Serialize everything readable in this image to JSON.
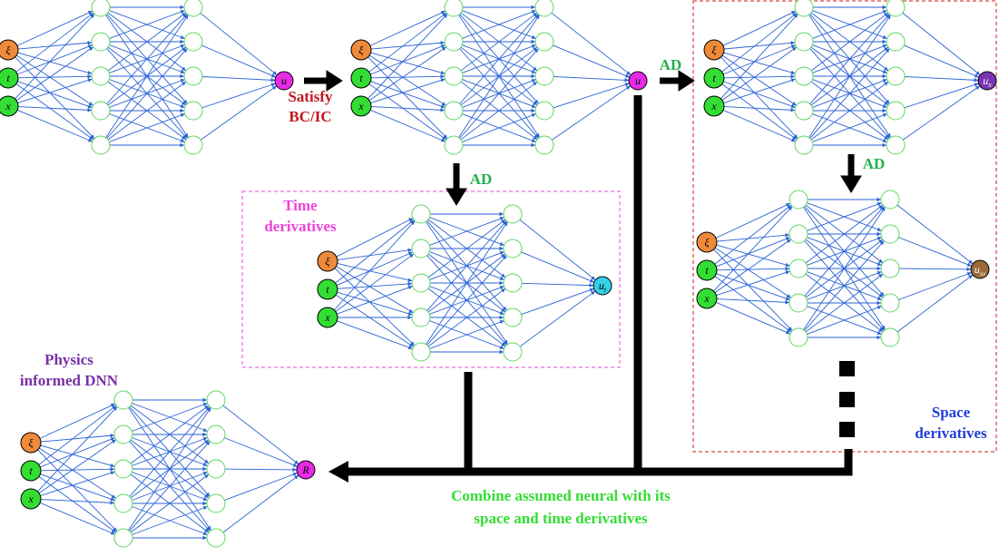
{
  "colors": {
    "edge": "#2a62d6",
    "hidden_node": "#5ed65e",
    "input_xi": "#ee8a3a",
    "input_t": "#33dd33",
    "input_x": "#33dd33",
    "out_u": "#e62ae6",
    "out_ux": "#7a35b5",
    "out_uxx": "#9a6a3a",
    "out_ut": "#33d0e8",
    "out_R": "#e62ae6",
    "ad_label": "#22b04b",
    "satisfy_label": "#c0171e",
    "time_label": "#ee44dd",
    "space_label": "#1f3fd8",
    "physics_label": "#7b2fa6",
    "combine_label": "#33dd33",
    "arrow": "#000000",
    "time_box": "#ee44dd",
    "space_box": "#d01c1c"
  },
  "inputs": {
    "xi": "ξ",
    "t": "t",
    "x": "x"
  },
  "outputs": {
    "u1": "u",
    "u2": "u",
    "ux": "u",
    "ux_sub": "x",
    "uxx": "u",
    "uxx_sub": "xx",
    "ut": "u",
    "ut_sub": "t",
    "R": "R"
  },
  "labels": {
    "satisfy_line1": "Satisfy",
    "satisfy_line2": "BC/IC",
    "ad_1": "AD",
    "ad_2": "AD",
    "ad_3": "AD",
    "time_line1": "Time",
    "time_line2": "derivatives",
    "space_line1": "Space",
    "space_line2": "derivatives",
    "physics_line1": "Physics",
    "physics_line2": "informed DNN",
    "combine_line1": "Combine assumed neural with its",
    "combine_line2": "space and time derivatives"
  },
  "networks": [
    {
      "name": "network-base",
      "output": "u1"
    },
    {
      "name": "network-bcic",
      "output": "u2"
    },
    {
      "name": "network-ux",
      "output": "ux"
    },
    {
      "name": "network-uxx",
      "output": "uxx"
    },
    {
      "name": "network-ut",
      "output": "ut"
    },
    {
      "name": "network-residual",
      "output": "R"
    }
  ]
}
